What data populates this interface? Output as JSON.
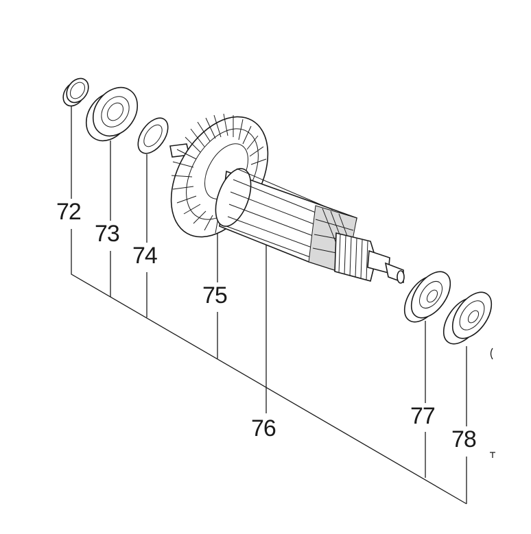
{
  "parts": [
    {
      "number": "72",
      "name": "needle-bearing-icon"
    },
    {
      "number": "73",
      "name": "ball-bearing-icon"
    },
    {
      "number": "74",
      "name": "flat-washer-icon"
    },
    {
      "number": "75",
      "name": "bevel-gear-fan-icon"
    },
    {
      "number": "76",
      "name": "armature-icon"
    },
    {
      "number": "77",
      "name": "ball-bearing-icon"
    },
    {
      "number": "78",
      "name": "ball-bearing-icon"
    }
  ],
  "colors": {
    "line": "#1a1a1a",
    "background": "#ffffff",
    "shade": "#d9d9d9"
  }
}
